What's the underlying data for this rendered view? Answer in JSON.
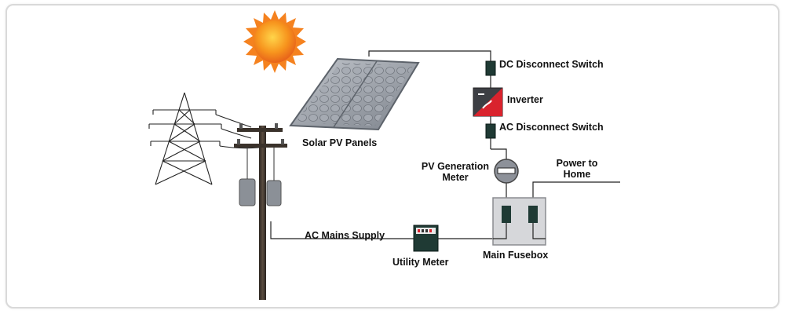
{
  "diagram": {
    "labels": {
      "solar_panels": "Solar PV Panels",
      "dc_disconnect": "DC Disconnect Switch",
      "inverter": "Inverter",
      "ac_disconnect": "AC Disconnect Switch",
      "pv_meter_line1": "PV Generation",
      "pv_meter_line2": "Meter",
      "power_home_line1": "Power to",
      "power_home_line2": "Home",
      "mains_supply": "AC Mains Supply",
      "utility_meter": "Utility Meter",
      "fusebox": "Main Fusebox"
    },
    "icons": [
      "sun-icon",
      "transmission-tower-icon",
      "utility-pole-icon",
      "solar-panel-icon",
      "inverter-icon",
      "meter-icon",
      "fusebox-icon",
      "disconnect-switch-icon"
    ],
    "colors": {
      "sun": "#f07a10",
      "panel": "#9aa0a8",
      "switch": "#1f3a34",
      "inverter_red": "#d9232d",
      "wire": "#222222"
    }
  }
}
